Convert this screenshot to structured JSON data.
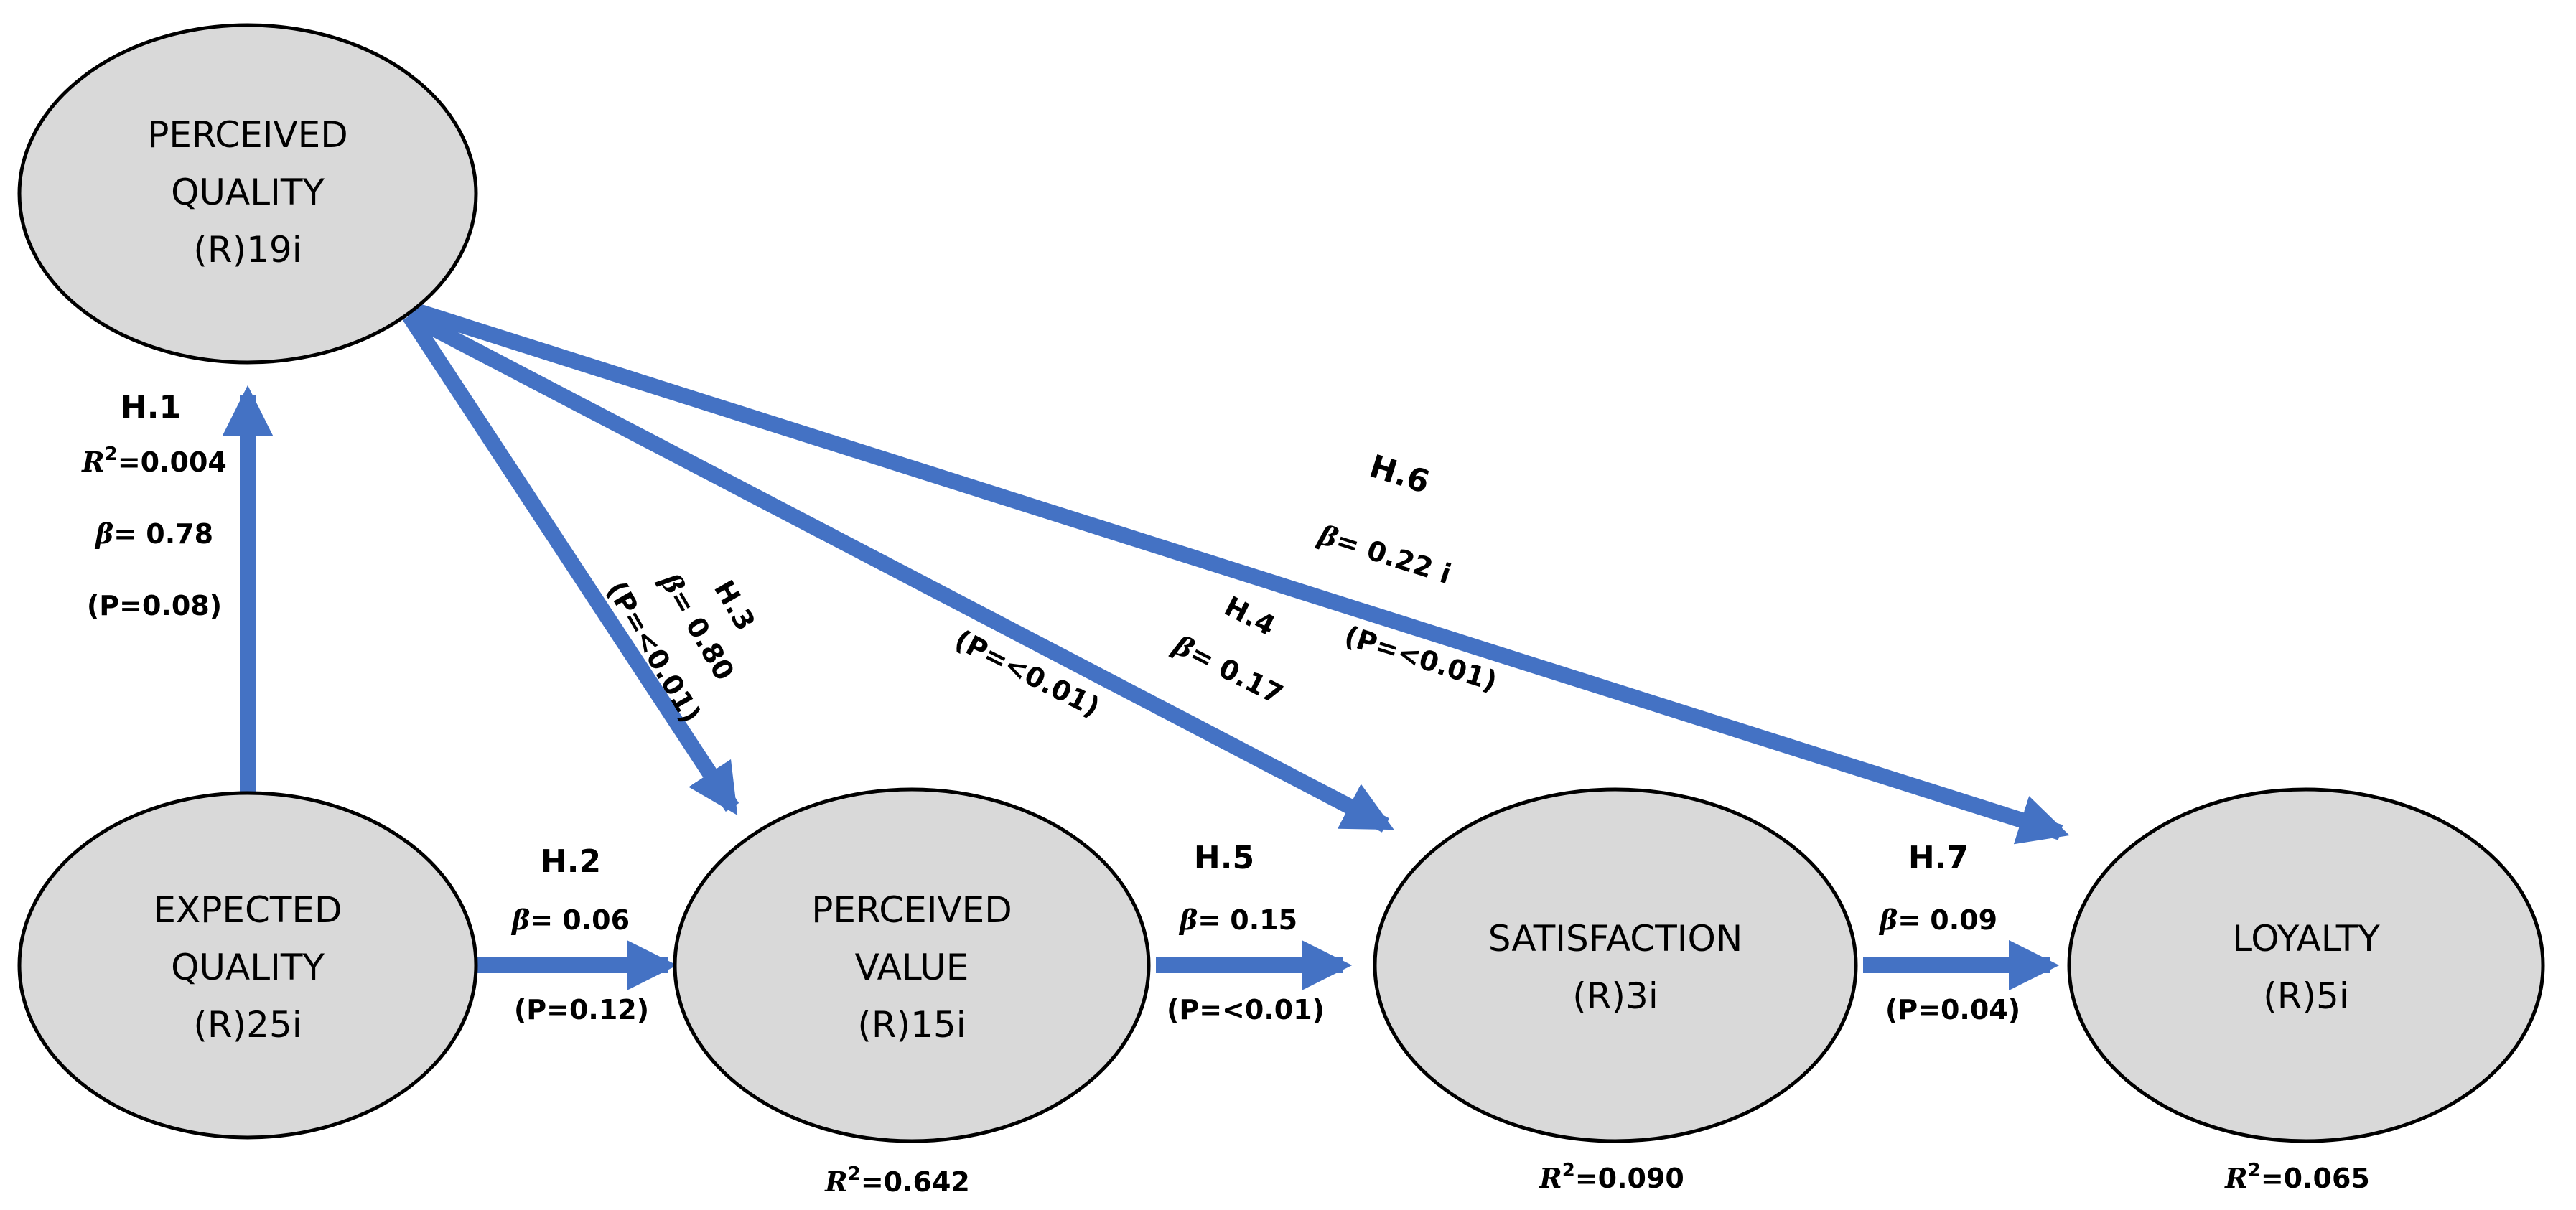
{
  "colors": {
    "arrow": "#4472C4",
    "node_fill": "#D9D9D9",
    "node_stroke": "#000000",
    "text": "#000000"
  },
  "nodes": {
    "perceived_quality": {
      "line1": "PERCEIVED",
      "line2": "QUALITY",
      "line3": "(R)19i"
    },
    "expected_quality": {
      "line1": "EXPECTED",
      "line2": "QUALITY",
      "line3": "(R)25i"
    },
    "perceived_value": {
      "line1": "PERCEIVED",
      "line2": "VALUE",
      "line3": "(R)15i",
      "r2": "=0.642"
    },
    "satisfaction": {
      "line1": "SATISFACTION",
      "line2": "(R)3i",
      "r2": "=0.090"
    },
    "loyalty": {
      "line1": "LOYALTY",
      "line2": "(R)5i",
      "r2": "=0.065"
    }
  },
  "r2_symbol": {
    "r": "R",
    "sup": "2"
  },
  "beta_symbol": "β",
  "hypotheses": {
    "h1": {
      "label": "H.1",
      "r2": "=0.004",
      "beta": "= 0.78",
      "p": "(P=0.08)"
    },
    "h2": {
      "label": "H.2",
      "beta": "= 0.06",
      "p": "(P=0.12)"
    },
    "h3": {
      "label": "H.3",
      "beta": "= 0.80",
      "p": "(P=<0.01)"
    },
    "h4": {
      "label": "H.4",
      "beta": "= 0.17",
      "p": "(P=<0.01)"
    },
    "h5": {
      "label": "H.5",
      "beta": "= 0.15",
      "p": "(P=<0.01)"
    },
    "h6": {
      "label": "H.6",
      "beta": "= 0.22 i",
      "p": "(P=<0.01)"
    },
    "h7": {
      "label": "H.7",
      "beta": "= 0.09",
      "p": "(P=0.04)"
    }
  }
}
